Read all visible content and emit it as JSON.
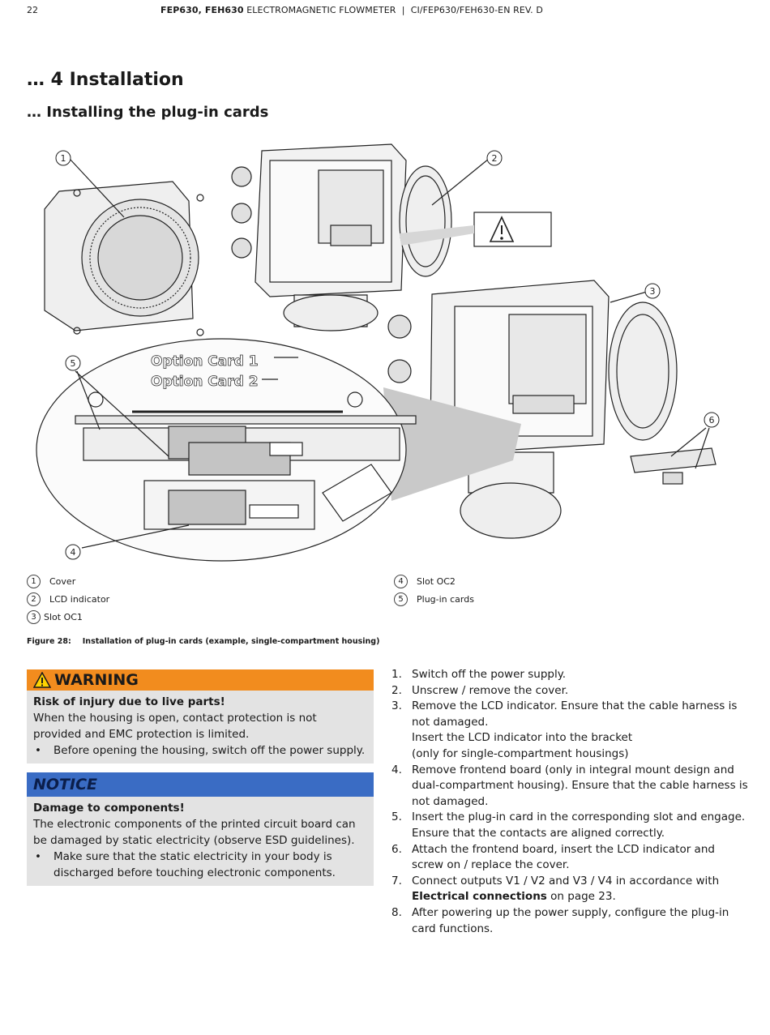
{
  "header": {
    "page_number": "22",
    "doc_bold": "FEP630, FEH630",
    "doc_rest": " ELECTROMAGNETIC FLOWMETER  |  CI/FEP630/FEH630-EN REV. D"
  },
  "section_title": "… 4  Installation",
  "subsection_title": "… Installing the plug-in cards",
  "figure": {
    "callouts": [
      "1",
      "2",
      "3",
      "4",
      "5",
      "6"
    ],
    "option_card_1": "Option Card 1",
    "option_card_2": "Option Card 2"
  },
  "legend": [
    {
      "num": "1",
      "label": "Cover"
    },
    {
      "num": "2",
      "label": "LCD indicator"
    },
    {
      "num": "3",
      "label": "Slot OC1"
    },
    {
      "num": "4",
      "label": "Slot OC2"
    },
    {
      "num": "5",
      "label": "Plug-in cards"
    }
  ],
  "caption": {
    "label": "Figure 28:",
    "text": "Installation of plug-in cards (example, single-compartment housing)"
  },
  "warning": {
    "title": "WARNING",
    "heading": "Risk of injury due to live parts!",
    "text": "When the housing is open, contact protection is not provided and EMC protection is limited.",
    "bullet": "Before opening the housing, switch off the power supply."
  },
  "notice": {
    "title": "NOTICE",
    "heading": "Damage to components!",
    "text": "The electronic components of the printed circuit board can be damaged by static electricity (observe ESD guidelines).",
    "bullet": "Make sure that the static electricity in your body is discharged before touching electronic components."
  },
  "steps": [
    {
      "n": "1.",
      "text": "Switch off the power supply."
    },
    {
      "n": "2.",
      "text": "Unscrew / remove the cover."
    },
    {
      "n": "3.",
      "text": "Remove the LCD indicator. Ensure that the cable harness is not damaged.",
      "extra1": "Insert the LCD indicator into the bracket",
      "extra2": "(only for single-compartment housings)"
    },
    {
      "n": "4.",
      "text": "Remove frontend board (only in integral mount design and dual-compartment housing). Ensure that the cable harness is not damaged."
    },
    {
      "n": "5.",
      "text": "Insert the plug-in card in the corresponding slot and engage. Ensure that the contacts are aligned correctly."
    },
    {
      "n": "6.",
      "text": "Attach the frontend board, insert the LCD indicator and screw on / replace the cover."
    },
    {
      "n": "7.",
      "text": "Connect outputs V1 / V2 and V3 / V4 in accordance with",
      "link": "Electrical connections",
      "after": " on page 23."
    },
    {
      "n": "8.",
      "text": "After powering up the power supply, configure the plug-in card functions."
    }
  ]
}
